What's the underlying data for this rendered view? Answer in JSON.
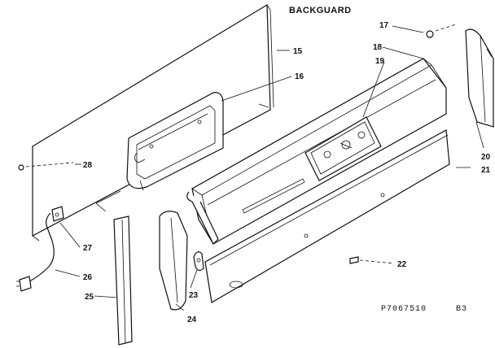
{
  "title": "BACKGUARD",
  "part_code": "P7067510",
  "revision": "B3",
  "callouts": {
    "c15": "15",
    "c16": "16",
    "c17": "17",
    "c18": "18",
    "c19": "19",
    "c20": "20",
    "c21": "21",
    "c22": "22",
    "c23": "23",
    "c24": "24",
    "c25": "25",
    "c26": "26",
    "c27": "27",
    "c28": "28"
  }
}
